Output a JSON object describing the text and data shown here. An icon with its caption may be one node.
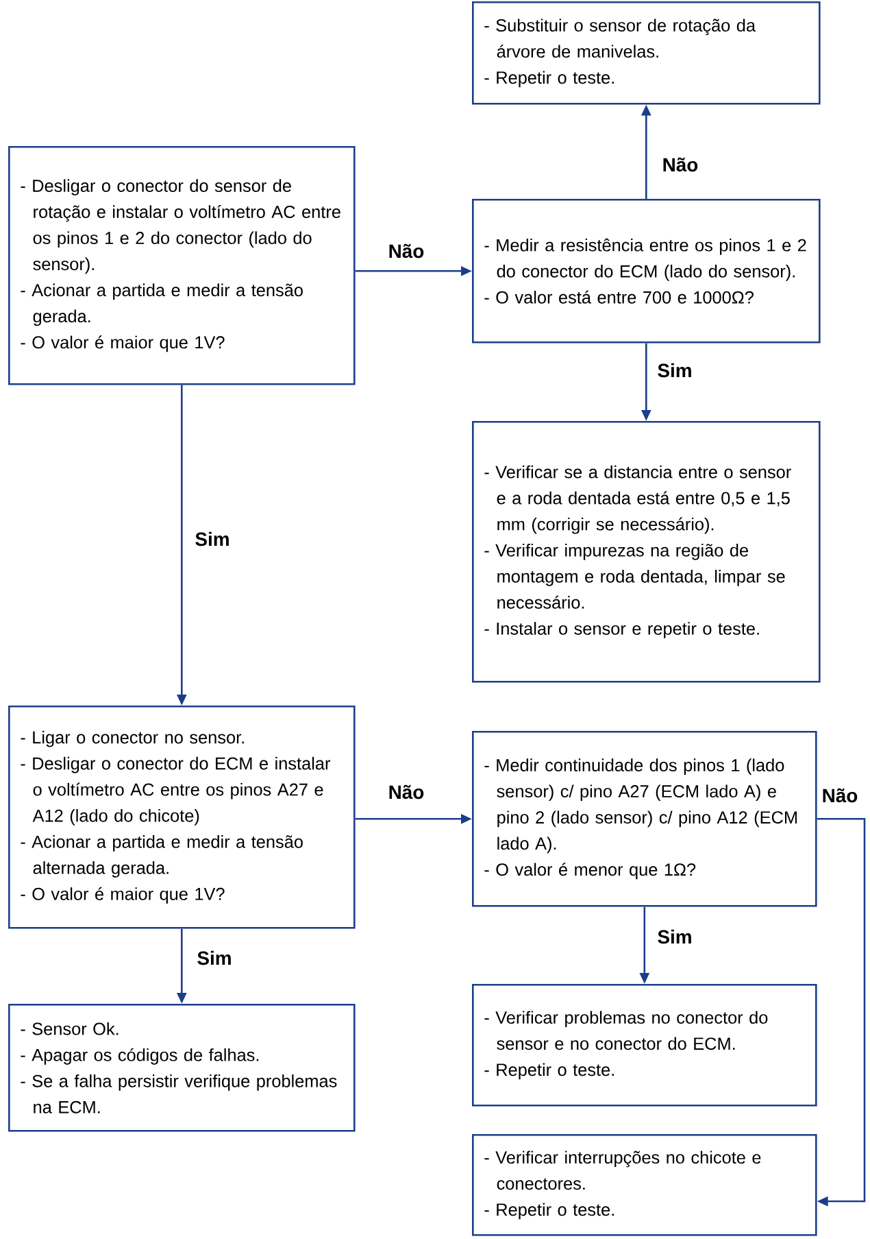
{
  "diagram": {
    "nodes": [
      {
        "text": [
          "- Substituir o sensor de rotação da árvore de manivelas.",
          "- Repetir o teste."
        ]
      },
      {
        "text": [
          "- Desligar o conector do sensor de rotação e instalar o voltímetro AC entre os pinos 1 e 2 do conector (lado do sensor).",
          "- Acionar a partida e medir a tensão gerada.",
          "- O valor é maior que 1V?"
        ]
      },
      {
        "text": [
          "- Medir a resistência entre os pinos 1 e 2 do conector do ECM (lado do sensor).",
          "- O valor está entre 700 e 1000Ω?"
        ]
      },
      {
        "text": [
          "- Verificar se a distancia entre o sensor e a roda dentada está entre 0,5 e 1,5 mm (corrigir se necessário).",
          "- Verificar impurezas na região de montagem e roda dentada, limpar se necessário.",
          "- Instalar o sensor e repetir o teste."
        ]
      },
      {
        "text": [
          "- Ligar o conector no sensor.",
          "- Desligar o conector do ECM e instalar o voltímetro AC entre os pinos A27 e A12 (lado do chicote)",
          "- Acionar a partida e medir a tensão alternada gerada.",
          "- O valor é maior que 1V?"
        ]
      },
      {
        "text": [
          "- Medir continuidade dos pinos 1 (lado sensor) c/ pino A27 (ECM lado A) e pino 2 (lado sensor) c/ pino A12 (ECM lado A).",
          "- O valor é menor que 1Ω?"
        ]
      },
      {
        "text": [
          "- Sensor Ok.",
          "- Apagar os códigos de falhas.",
          "- Se a falha persistir verifique problemas na ECM."
        ]
      },
      {
        "text": [
          "- Verificar problemas no conector do sensor e no conector do ECM.",
          "- Repetir o teste."
        ]
      },
      {
        "text": [
          "- Verificar interrupções no chicote e conectores.",
          "- Repetir o teste."
        ]
      }
    ],
    "edges": [
      {
        "from": 1,
        "to": 2,
        "arrow": "to",
        "label": "Não"
      },
      {
        "from": 2,
        "to": 0,
        "arrow": "to",
        "label": "Não"
      },
      {
        "from": 2,
        "to": 3,
        "arrow": "to",
        "label": "Sim"
      },
      {
        "from": 1,
        "to": 4,
        "arrow": "to",
        "label": "Sim"
      },
      {
        "from": 4,
        "to": 5,
        "arrow": "to",
        "label": "Não"
      },
      {
        "from": 4,
        "to": 6,
        "arrow": "to",
        "label": "Sim"
      },
      {
        "from": 5,
        "to": 7,
        "arrow": "to",
        "label": "Sim"
      },
      {
        "from": 5,
        "to": 8,
        "arrow": "to",
        "label": "Não"
      }
    ]
  }
}
